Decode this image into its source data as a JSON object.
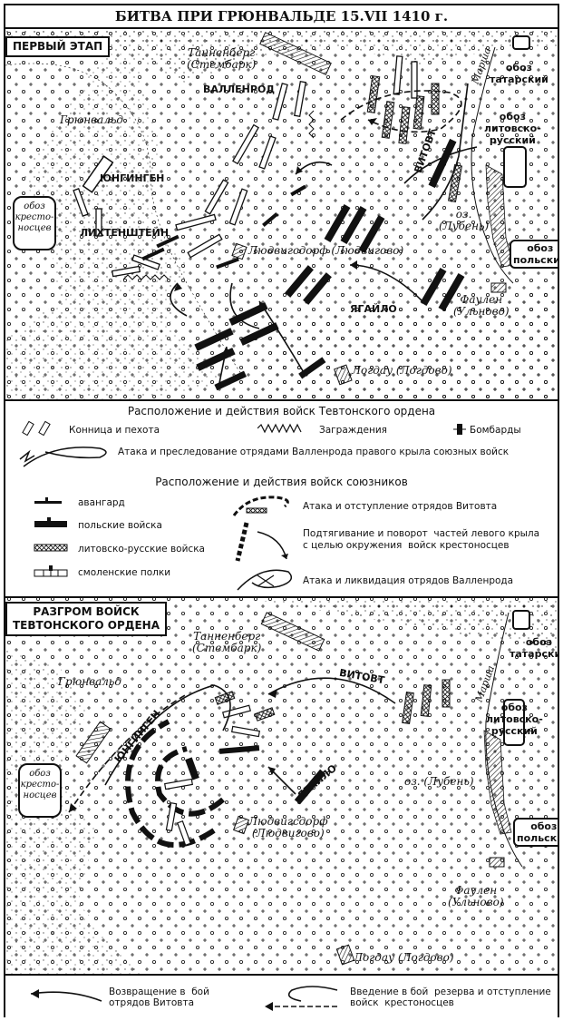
{
  "title": "БИТВА ПРИ ГРЮНВАЛЬДЕ  15.VII 1410 г.",
  "stage1": {
    "heading": "ПЕРВЫЙ ЭТАП",
    "labels": {
      "tannenberg": "Танненберг\n(Стембарк)",
      "wallenrod": "ВАЛЛЕНРОД",
      "grunwald": "Грюнвальд",
      "jungingen": "ЮНГИНГЕН",
      "lichtenstein": "ЛИХТЕНШТЕЙН",
      "oboz_cross": "обоз\nкресто-\nносцев",
      "oboz_tatar": "обоз\nтатарский",
      "oboz_lit": "обоз\nлитовско-\nрусский",
      "vitovt": "ВИТОВТ",
      "marsha": "Марша",
      "lake": "оз.\n(Лубень)",
      "ludwigsdorf": "Людвигсдорф (Людвигово)",
      "oboz_pol": "обоз\nпольский",
      "jagiello": "ЯГАЙЛО",
      "faulen": "Фаулен\n(Ульново)",
      "logdau": "Логдау (Логдово)"
    }
  },
  "legend1": {
    "heading": "Расположение и действия войск  Тевтонского ордена",
    "cavalry": "Конница и пехота",
    "obstacles": "Заграждения",
    "bombards": "Бомбарды",
    "attack": "Атака и преследование  отрядами Валленрода правого крыла  союзных  войск"
  },
  "legend2": {
    "heading": "Расположение и действия войск союзников",
    "vanguard": "авангард",
    "polish": "польские войска",
    "lithuanian": "литовско-русские войска",
    "smolensk": "смоленские  полки",
    "vitovt_attack": "Атака и отступление  отрядов  Витовта",
    "left_wing": "Подтягивание и поворот  частей левого крыла\nс целью окружения  войск крестоносцев",
    "liquidation": "Атака и ликвидация  отрядов Валленрода"
  },
  "stage2": {
    "heading": "РАЗГРОМ ВОЙСК\nТЕВТОНСКОГО ОРДЕНА",
    "labels": {
      "tannenberg": "Танненберг\n(Стембарк)",
      "grunwald": "Грюнвальд",
      "jungingen": "ЮНГИНГЕН",
      "oboz_cross": "обоз\nкресто-\nносцев",
      "vitovt": "ВИТОВТ",
      "marsha": "Марша",
      "oboz_tatar": "обоз\nтатарский",
      "oboz_lit": "обоз\nлитовско-\nрусский",
      "lake": "оз. (Лубень)",
      "jagiello": "ЯГАЙЛО",
      "ludwigsdorf": "Людвигсдорф\n(Людвигово)",
      "oboz_pol": "обоз\nпольский",
      "faulen": "Фаулен\n(Ульново)",
      "logdau": "Логдау  (Логдово)"
    }
  },
  "legend3": {
    "return": "Возвращение в  бой\nотрядов Витовта",
    "reserve": "Введение в бой  резерва и отступление\nвойск  крестоносцев"
  },
  "colors": {
    "ink": "#111111",
    "paper": "#ffffff"
  }
}
